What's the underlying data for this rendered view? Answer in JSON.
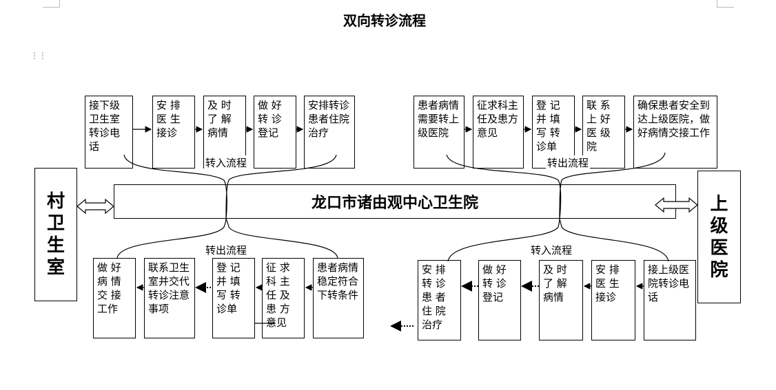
{
  "title": "双向转诊流程",
  "center_hospital": "龙口市诸由观中心卫生院",
  "left_entity": "村卫生室",
  "right_entity": "上级医院",
  "labels": {
    "left_in": "转入流程",
    "right_out": "转出流程",
    "left_out": "转出流程",
    "right_in": "转入流程"
  },
  "top_left_steps": [
    "接下级卫生室转诊电话",
    "安 排 医 生 接诊",
    "及 时 了 解 病情",
    "做 好 转 诊 登记",
    "安排转诊患者住院治疗"
  ],
  "top_right_steps": [
    "患者病情需要转上级医院",
    "征求科主任及患方意见",
    "登 记 并 填 写 转 诊单",
    "联 系 上 好 医 级 院",
    "确保患者安全到达上级医院，做好病情交接工作"
  ],
  "bottom_left_steps": [
    "做 好 病 情 交 接 工作",
    "联系卫生室并交代转诊注意事项",
    "登 记 并 填 写 转 诊单",
    "征 求 科 主 任 及 患 方 意见",
    "患者病情稳定符合下转条件"
  ],
  "bottom_right_steps": [
    "安 排 转 诊 患 者 住 院 治疗",
    "做 好 转 诊 登记",
    "及 时 了 解 病情",
    "安 排 医 生 接诊",
    "接上级医院转诊电话"
  ],
  "colors": {
    "line": "#000000",
    "background": "#ffffff"
  }
}
